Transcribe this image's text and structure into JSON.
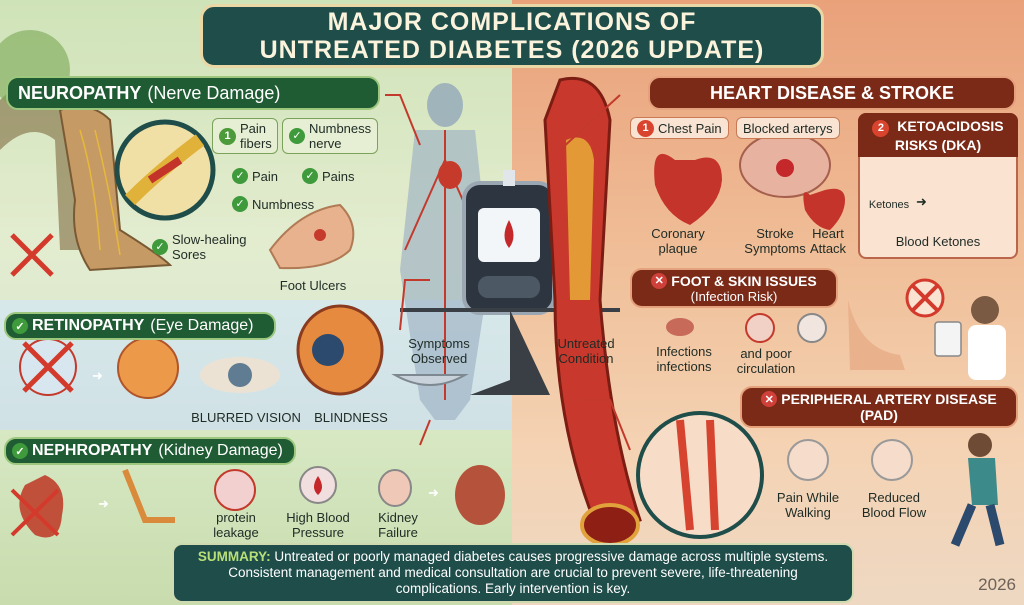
{
  "title": {
    "line1": "MAJOR COMPLICATIONS OF",
    "line2": "UNTREATED DIABETES (2026 UPDATE)"
  },
  "neuropathy": {
    "heading": "NEUROPATHY",
    "sub": "(Nerve Damage)",
    "tags": [
      {
        "num": "1",
        "text": "Pain fibers"
      },
      {
        "text": "Numbness nerve"
      }
    ],
    "checks": [
      "Pain",
      "Pains",
      "Numbness"
    ],
    "slow_healing": "Slow-healing Sores",
    "foot_ulcers": "Foot Ulcers"
  },
  "retinopathy": {
    "heading": "RETINOPATHY",
    "sub": "(Eye Damage)",
    "blurred": "BLURRED VISION",
    "blindness": "BLINDNESS"
  },
  "nephropathy": {
    "heading": "NEPHROPATHY",
    "sub": "(Kidney Damage)",
    "protein": "protein leakage",
    "bp": "High Blood Pressure",
    "failure": "Kidney Failure"
  },
  "center": {
    "symptoms": "Symptoms Observed",
    "untreated": "Untreated Condition"
  },
  "heart": {
    "heading": "HEART DISEASE & STROKE",
    "chest": {
      "num": "1",
      "text": "Chest Pain"
    },
    "blocked": "Blocked arterys",
    "coronary": "Coronary plaque",
    "stroke": "Stroke Symptoms",
    "attack": "Heart Attack"
  },
  "dka": {
    "num": "2",
    "heading": "KETOACIDOSIS RISKS (DKA)",
    "ketones": "Ketones",
    "blood": "Blood Ketones"
  },
  "foot": {
    "heading": "FOOT & SKIN ISSUES",
    "sub": "(Infection Risk)",
    "infections": "Infections infections",
    "circulation": "and poor circulation"
  },
  "pad": {
    "heading": "PERIPHERAL ARTERY DISEASE",
    "sub": "(PAD)",
    "walking": "Pain While Walking",
    "flow": "Reduced Blood Flow"
  },
  "summary": {
    "lead": "SUMMARY:",
    "text": "Untreated or poorly managed diabetes causes progressive damage across multiple systems. Consistent management and medical consultation are crucial to prevent severe, life-threatening complications. Early intervention is key."
  },
  "year": "2026"
}
